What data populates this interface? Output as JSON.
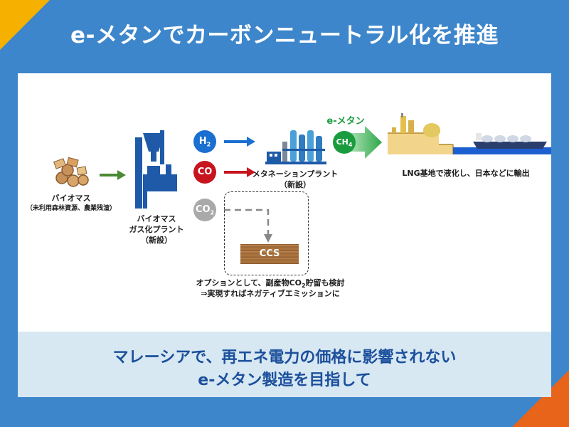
{
  "title": "e-メタンでカーボンニュートラル化を推進",
  "biomass": {
    "name": "バイオマス",
    "note": "（未利用森林資源、農業残渣）"
  },
  "gasification": {
    "line1": "バイオマス",
    "line2": "ガス化プラント",
    "line3": "（新設）"
  },
  "gases": {
    "h2": {
      "label": "H",
      "sub": "2",
      "color": "#1a6fd0"
    },
    "co": {
      "label": "CO",
      "color": "#c8141e"
    },
    "co2": {
      "label": "CO",
      "sub": "2",
      "color": "#a9a9a9"
    }
  },
  "methanation": {
    "line1": "メタネーションプラント",
    "line2": "（新設）"
  },
  "emethane": {
    "label": "e-メタン",
    "ch4": "CH",
    "ch4_sub": "4",
    "color": "#1a9c3e"
  },
  "lng": {
    "label": "LNG基地で液化し、日本などに輸出"
  },
  "ccs": {
    "label": "CCS"
  },
  "option": {
    "line1_a": "オプションとして、副産物CO",
    "line1_sub": "2",
    "line1_b": "貯留も検討",
    "line2": "⇒実現すればネガティブエミッションに"
  },
  "caption": {
    "line1": "マレーシアで、再エネ電力の価格に影響されない",
    "line2": "e-メタン製造を目指して"
  },
  "colors": {
    "background": "#3d86cb",
    "accent_top": "#f5b000",
    "accent_bottom": "#e8641b",
    "caption_text": "#1c4f9c"
  }
}
